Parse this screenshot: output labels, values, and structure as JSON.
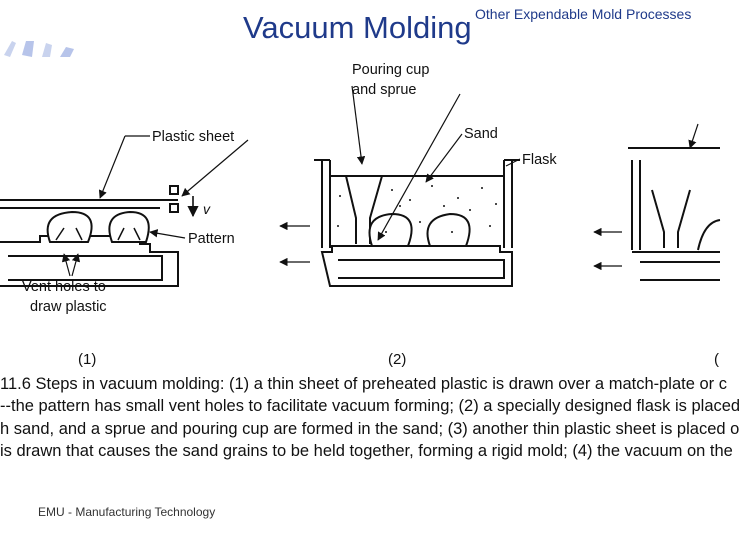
{
  "slide": {
    "title": "Vacuum Molding",
    "section": "Other Expendable Mold Processes",
    "footer": "EMU - Manufacturing Technology"
  },
  "diagram": {
    "labels": {
      "pouring_cup": [
        "Pouring cup",
        "and sprue"
      ],
      "plastic_sheet": "Plastic sheet",
      "sand": "Sand",
      "flask": "Flask",
      "velocity": "v",
      "pattern": "Pattern",
      "vent_holes": [
        "Vent holes to",
        "draw plastic"
      ]
    },
    "steps": [
      "(1)",
      "(2)",
      "("
    ]
  },
  "caption": {
    "lines": [
      "11.6   Steps in vacuum molding: (1) a thin sheet of preheated plastic is drawn over a match-plate or c",
      "--the pattern has small vent holes to facilitate vacuum forming; (2) a specially designed flask is placed",
      "h sand, and a sprue and pouring cup are formed in the sand; (3) another thin plastic sheet is placed o",
      "is drawn that causes the sand grains to be held together, forming a rigid mold; (4) the vacuum on the"
    ]
  }
}
